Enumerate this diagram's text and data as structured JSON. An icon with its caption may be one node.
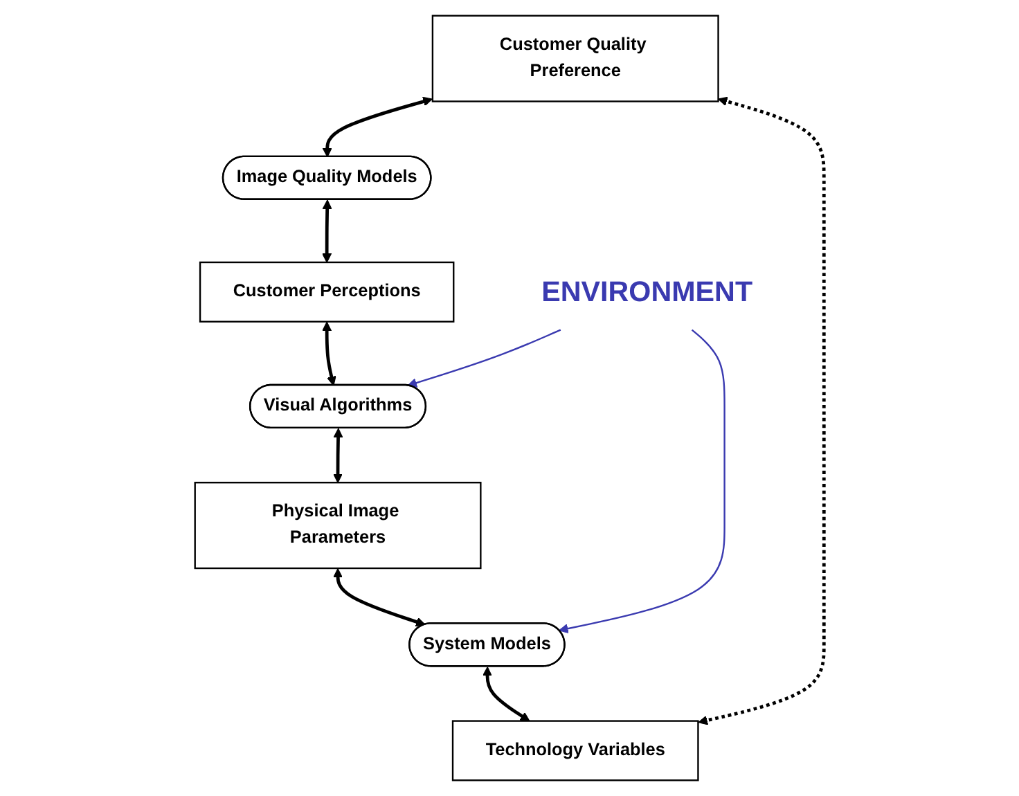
{
  "diagram": {
    "nodes": [
      {
        "text": [
          "Customer Quality Preference"
        ]
      },
      {
        "text": [
          "Image Quality Models"
        ]
      },
      {
        "text": [
          "Customer Perceptions"
        ]
      },
      {
        "text": [
          "Visual Algorithms"
        ]
      },
      {
        "text": [
          "Physical Image Parameters"
        ]
      },
      {
        "text": [
          "System Models"
        ]
      },
      {
        "text": [
          "Technology Variables"
        ]
      },
      {
        "text": [
          "ENVIRONMENT"
        ]
      }
    ],
    "edges": [
      {
        "from": 0,
        "to": 1,
        "arrow": "both"
      },
      {
        "from": 1,
        "to": 2,
        "arrow": "both"
      },
      {
        "from": 2,
        "to": 3,
        "arrow": "both"
      },
      {
        "from": 3,
        "to": 4,
        "arrow": "both"
      },
      {
        "from": 4,
        "to": 5,
        "arrow": "both"
      },
      {
        "from": 5,
        "to": 6,
        "arrow": "both"
      },
      {
        "from": 6,
        "to": 0,
        "arrow": "both",
        "style": "dashed"
      },
      {
        "from": 7,
        "to": 3,
        "arrow": "to",
        "color": "#3a3ab0"
      },
      {
        "from": 7,
        "to": 5,
        "arrow": "to",
        "color": "#3a3ab0"
      }
    ]
  }
}
